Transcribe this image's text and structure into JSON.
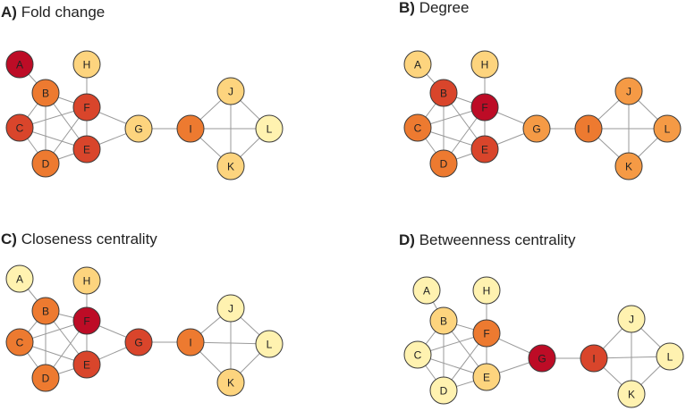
{
  "colors": {
    "very_low": "#fff2b0",
    "low": "#fdd47e",
    "mid": "#f59a45",
    "high": "#ed7a30",
    "higher": "#d9452b",
    "highest": "#bd0c26"
  },
  "nodes": [
    "A",
    "B",
    "C",
    "D",
    "E",
    "F",
    "G",
    "H",
    "I",
    "J",
    "K",
    "L"
  ],
  "edges": [
    [
      "A",
      "B"
    ],
    [
      "B",
      "C"
    ],
    [
      "B",
      "D"
    ],
    [
      "B",
      "E"
    ],
    [
      "B",
      "F"
    ],
    [
      "C",
      "D"
    ],
    [
      "C",
      "E"
    ],
    [
      "C",
      "F"
    ],
    [
      "D",
      "E"
    ],
    [
      "D",
      "F"
    ],
    [
      "E",
      "F"
    ],
    [
      "F",
      "H"
    ],
    [
      "E",
      "G"
    ],
    [
      "F",
      "G"
    ],
    [
      "G",
      "I"
    ],
    [
      "I",
      "J"
    ],
    [
      "I",
      "K"
    ],
    [
      "I",
      "L"
    ],
    [
      "J",
      "K"
    ],
    [
      "J",
      "L"
    ],
    [
      "K",
      "L"
    ]
  ],
  "panels": [
    {
      "letter": "A)",
      "title": "Fold change",
      "node_colors": {
        "A": "highest",
        "B": "high",
        "C": "higher",
        "D": "high",
        "E": "higher",
        "F": "higher",
        "G": "low",
        "H": "low",
        "I": "high",
        "J": "low",
        "K": "low",
        "L": "very_low"
      }
    },
    {
      "letter": "B)",
      "title": "Degree",
      "node_colors": {
        "A": "low",
        "B": "higher",
        "C": "high",
        "D": "high",
        "E": "higher",
        "F": "highest",
        "G": "mid",
        "H": "low",
        "I": "high",
        "J": "mid",
        "K": "mid",
        "L": "mid"
      }
    },
    {
      "letter": "C)",
      "title": "Closeness centrality",
      "node_colors": {
        "A": "very_low",
        "B": "high",
        "C": "high",
        "D": "high",
        "E": "higher",
        "F": "highest",
        "G": "higher",
        "H": "low",
        "I": "high",
        "J": "very_low",
        "K": "low",
        "L": "very_low"
      }
    },
    {
      "letter": "D)",
      "title": "Betweenness centrality",
      "node_colors": {
        "A": "very_low",
        "B": "low",
        "C": "very_low",
        "D": "very_low",
        "E": "low",
        "F": "high",
        "G": "highest",
        "H": "very_low",
        "I": "higher",
        "J": "very_low",
        "K": "very_low",
        "L": "very_low"
      }
    }
  ]
}
